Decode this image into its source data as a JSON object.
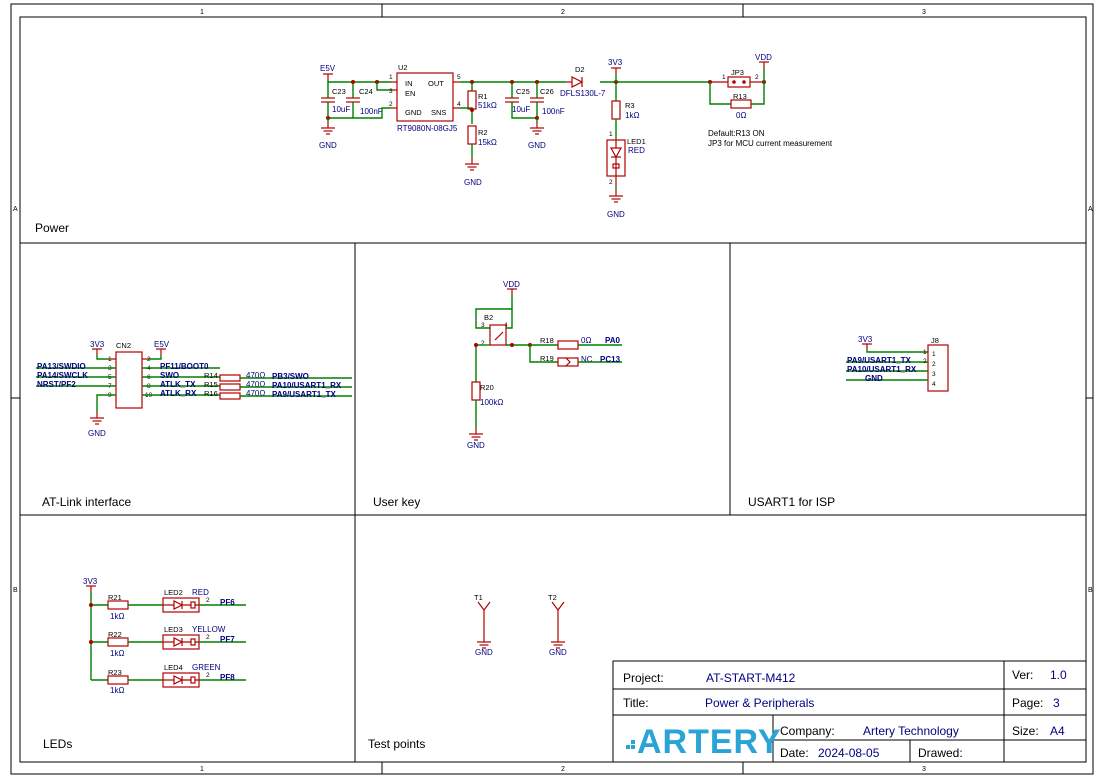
{
  "frame": {
    "columns": [
      "1",
      "2",
      "3"
    ],
    "rows": [
      "A",
      "B"
    ]
  },
  "sections": {
    "power": "Power",
    "atlink": "AT-Link interface",
    "userkey": "User key",
    "usart": "USART1 for ISP",
    "leds": "LEDs",
    "testpoints": "Test points"
  },
  "power": {
    "e5v": "E5V",
    "c23": "C23",
    "c23_val": "10uF",
    "c24": "C24",
    "c24_val": "100nF",
    "u2": "U2",
    "u2_part": "RT9080N-08GJ5",
    "u2_in": "IN",
    "u2_en": "EN",
    "u2_gnd": "GND",
    "u2_out": "OUT",
    "u2_sns": "SNS",
    "r1": "R1",
    "r1_val": "51kΩ",
    "r2": "R2",
    "r2_val": "15kΩ",
    "c25": "C25",
    "c25_val": "10uF",
    "c26": "C26",
    "c26_val": "100nF",
    "d2": "D2",
    "d2_part": "DFLS130L-7",
    "v3v3": "3V3",
    "r3": "R3",
    "r3_val": "1kΩ",
    "led1": "LED1",
    "led1_color": "RED",
    "jp3": "JP3",
    "vdd": "VDD",
    "r13": "R13",
    "r13_val": "0Ω",
    "note1": "Default:R13 ON",
    "note2": "JP3 for MCU current measurement",
    "gnd": "GND"
  },
  "atlink": {
    "v3v3": "3V3",
    "e5v": "E5V",
    "cn2": "CN2",
    "left_nets": [
      "PA13/SWDIO",
      "PA14/SWCLK",
      "NRST/PF2"
    ],
    "right_nets": [
      "PF11/BOOT0",
      "SWO",
      "ATLK_TX",
      "ATLK_RX"
    ],
    "r14": "R14",
    "r15": "R15",
    "r16": "R16",
    "r_val": "470Ω",
    "out_nets": [
      "PB3/SWO",
      "PA10/USART1_RX",
      "PA9/USART1_TX"
    ],
    "gnd": "GND"
  },
  "userkey": {
    "vdd": "VDD",
    "b2": "B2",
    "r18": "R18",
    "r18_val": "0Ω",
    "pa0": "PA0",
    "r19": "R19",
    "r19_val": "NC",
    "pc13": "PC13",
    "r20": "R20",
    "r20_val": "100kΩ",
    "gnd": "GND"
  },
  "usart": {
    "v3v3": "3V3",
    "j8": "J8",
    "nets": [
      "PA9/USART1_TX",
      "PA10/USART1_RX",
      "GND"
    ]
  },
  "leds": {
    "v3v3": "3V3",
    "rows": [
      {
        "r": "R21",
        "r_val": "1kΩ",
        "led": "LED2",
        "color": "RED",
        "net": "PF6"
      },
      {
        "r": "R22",
        "r_val": "1kΩ",
        "led": "LED3",
        "color": "YELLOW",
        "net": "PF7"
      },
      {
        "r": "R23",
        "r_val": "1kΩ",
        "led": "LED4",
        "color": "GREEN",
        "net": "PF8"
      }
    ]
  },
  "testpoints": {
    "t1": "T1",
    "t2": "T2",
    "gnd": "GND"
  },
  "titleblock": {
    "project_label": "Project:",
    "project": "AT-START-M412",
    "ver_label": "Ver:",
    "ver": "1.0",
    "title_label": "Title:",
    "title": "Power & Peripherals",
    "page_label": "Page:",
    "page": "3",
    "logo": "ARTERY",
    "company_label": "Company:",
    "company": "Artery Technology",
    "size_label": "Size:",
    "size": "A4",
    "date_label": "Date:",
    "date": "2024-08-05",
    "drawed_label": "Drawed:"
  }
}
